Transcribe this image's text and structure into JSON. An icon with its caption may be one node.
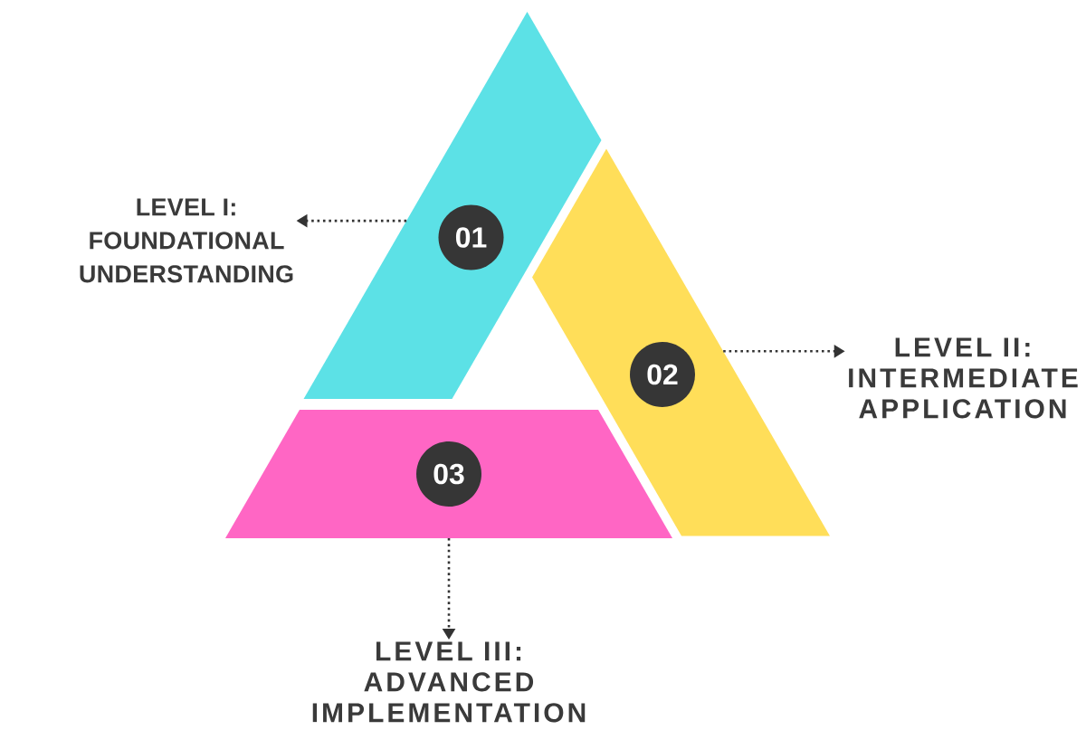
{
  "diagram": {
    "nodes": [
      {
        "text": [],
        "shape": "trapezoid"
      },
      {
        "text": [
          "01"
        ],
        "in": 0
      },
      {
        "text": [
          "LEVEL I: FOUNDATIONAL UNDERSTANDING"
        ]
      },
      {
        "text": [],
        "shape": "trapezoid"
      },
      {
        "text": [
          "02"
        ],
        "in": 3
      },
      {
        "text": [
          "LEVEL II: INTERMEDIATE APPLICATION"
        ]
      },
      {
        "text": [],
        "shape": "trapezoid"
      },
      {
        "text": [
          "03"
        ],
        "in": 6
      },
      {
        "text": [
          "LEVEL III: ADVANCED IMPLEMENTATION"
        ]
      }
    ],
    "edges": [
      {
        "from": 0,
        "to": 2,
        "arrow": "to"
      },
      {
        "from": 3,
        "to": 5,
        "arrow": "to"
      },
      {
        "from": 6,
        "to": 8,
        "arrow": "to"
      }
    ]
  }
}
